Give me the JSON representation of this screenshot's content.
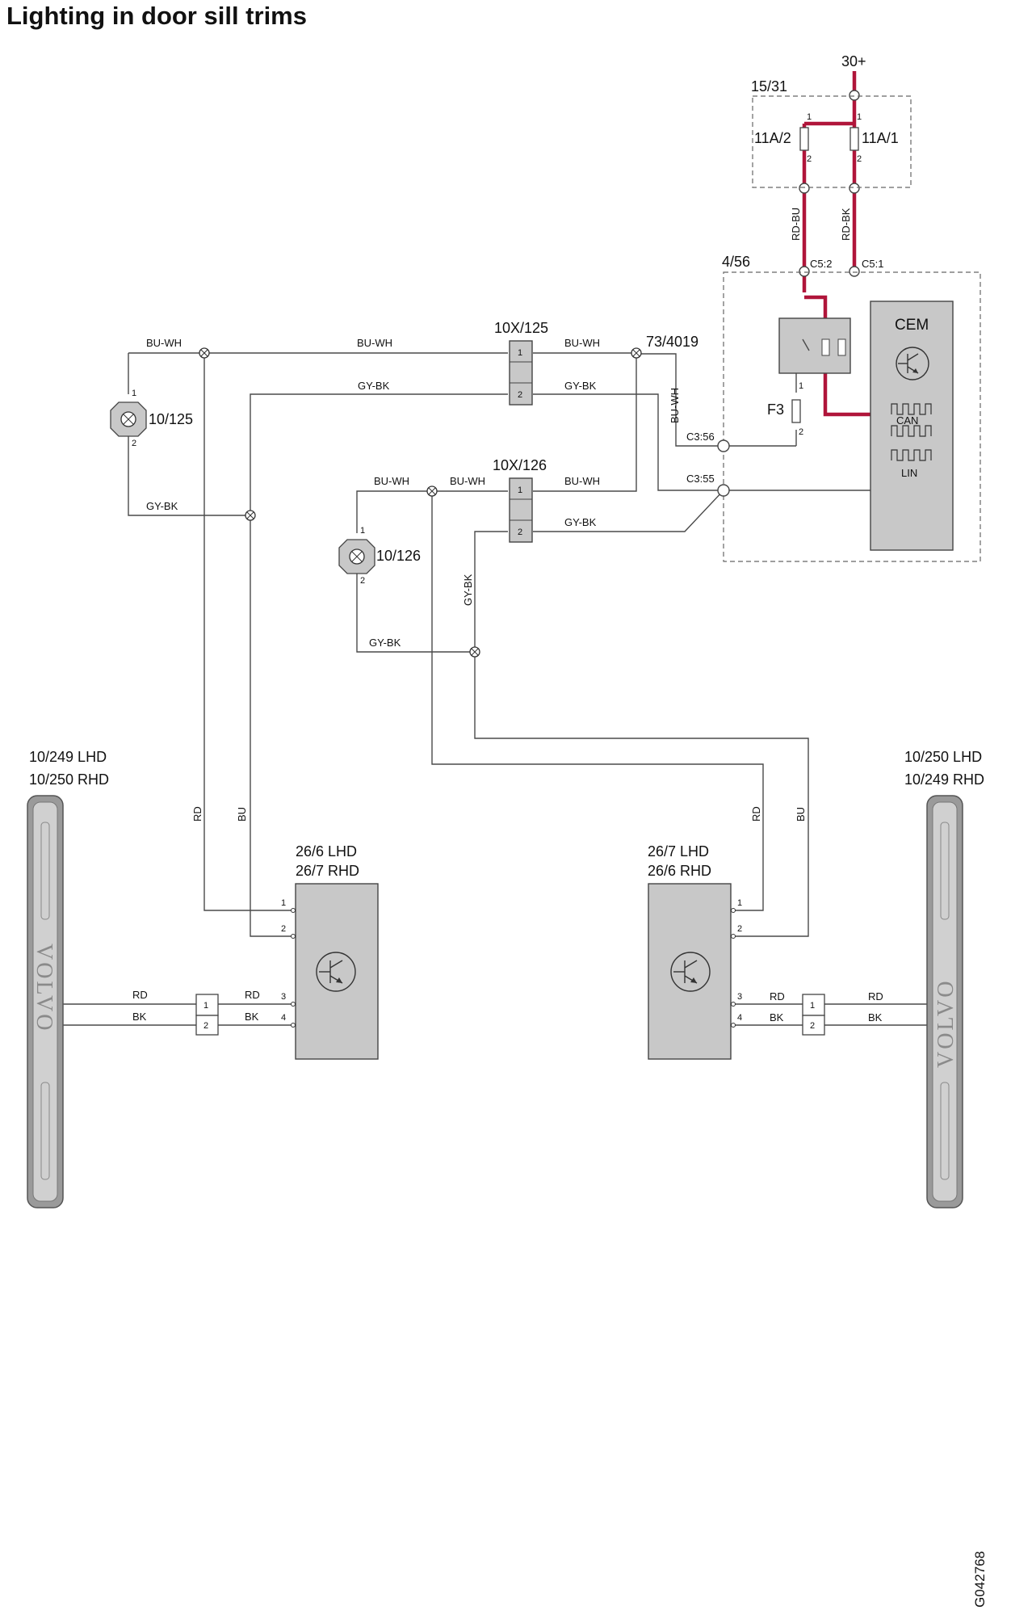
{
  "title": "Lighting in door sill trims",
  "drawing_id": "G042768",
  "components": {
    "supply": "30+",
    "fuse_box": "15/31",
    "fuse_a": "11A/2",
    "fuse_b": "11A/1",
    "cem_box": "4/56",
    "cem": "CEM",
    "can": "CAN",
    "lin": "LIN",
    "fuse_f3": "F3",
    "conn_125": "10X/125",
    "conn_126": "10X/126",
    "splice": "73/4019",
    "lamp_125": "10/125",
    "lamp_126": "10/126",
    "sill_left_1": "10/249 LHD",
    "sill_left_2": "10/250 RHD",
    "sill_right_1": "10/250 LHD",
    "sill_right_2": "10/249 RHD",
    "mod_left_1": "26/6 LHD",
    "mod_left_2": "26/7 RHD",
    "mod_right_1": "26/7 LHD",
    "mod_right_2": "26/6 RHD",
    "sill_brand": "VOLVO"
  },
  "terminals": {
    "c5_2": "C5:2",
    "c5_1": "C5:1",
    "c3_56": "C3:56",
    "c3_55": "C3:55"
  },
  "wires": {
    "rd_bu": "RD-BU",
    "rd_bk": "RD-BK",
    "bu_wh": "BU-WH",
    "gy_bk": "GY-BK",
    "rd": "RD",
    "bu": "BU",
    "bk": "BK"
  },
  "pins": {
    "p1": "1",
    "p2": "2",
    "p3": "3",
    "p4": "4"
  },
  "colors": {
    "power_wire": "#b0153a",
    "signal_wire": "#4a4a4a",
    "component_fill": "#c8c8c8"
  }
}
